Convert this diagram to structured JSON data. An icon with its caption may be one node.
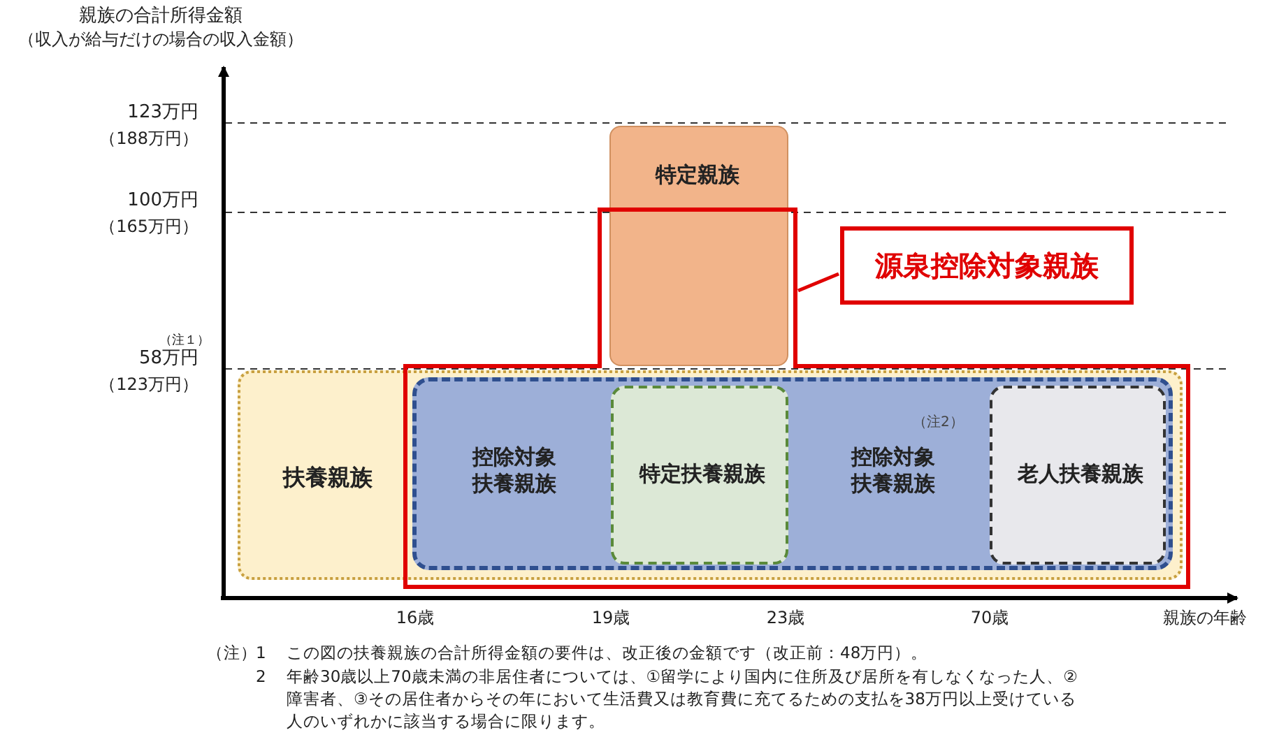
{
  "diagram": {
    "nodes": [
      {
        "text": [
          "扶養親族"
        ]
      },
      {
        "text": [
          "控除対象扶養親族",
          "控除対象扶養親族"
        ],
        "in": 0,
        "beside": [
          "（注2）"
        ]
      },
      {
        "text": [
          "特定扶養親族"
        ],
        "in": 1
      },
      {
        "text": [
          "老人扶養親族"
        ],
        "in": 1
      },
      {
        "text": [
          "特定親族"
        ]
      },
      {
        "text": [],
        "shape": "box"
      },
      {
        "text": [
          "源泉控除対象親族"
        ]
      }
    ],
    "edges": [
      {
        "from": 6,
        "to": 5,
        "arrow": "none",
        "color": "#e00000"
      }
    ],
    "labels": [
      "親族の合計所得金額",
      "（収入が給与だけの場合の収入金額）",
      "123万円",
      "（188万円）",
      "100万円",
      "（165万円）",
      "（注１）",
      "58万円",
      "（123万円）",
      "16歳",
      "19歳",
      "23歳",
      "70歳",
      "親族の年齢",
      "（注）",
      "1",
      "この図の扶養親族の合計所得金額の要件は、改正後の金額です（改正前：48万円）。",
      "2",
      "年齢30歳以上70歳未満の非居住者については、①留学により国内に住所及び居所を有しなくなった人、②障害者、③その居住者からその年において生活費又は教育費に充てるための支払を38万円以上受けている人のいずれかに該当する場合に限ります。"
    ]
  }
}
